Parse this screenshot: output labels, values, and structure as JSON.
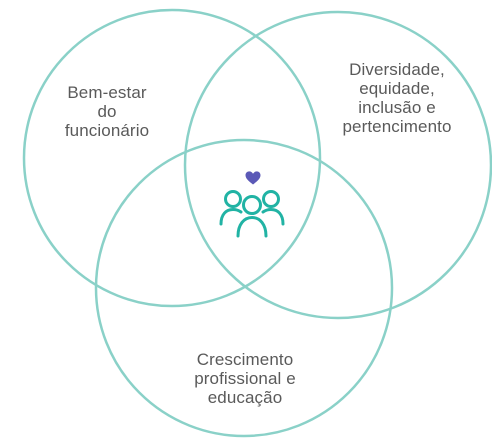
{
  "diagram": {
    "circles": [
      {
        "id": "wellbeing",
        "label": "Bem-estar\ndo\nfuncionário"
      },
      {
        "id": "deib",
        "label": "Diversidade,\nequidade,\ninclusão e\npertencimento"
      },
      {
        "id": "growth",
        "label": "Crescimento\nprofissional e\neducação"
      }
    ],
    "center_icon": "people-heart-icon"
  },
  "colors": {
    "circle_stroke": "#8ad1c8",
    "label_text": "#5a5a5a",
    "people_icon": "#21b3a4",
    "heart": "#5b59b7"
  }
}
